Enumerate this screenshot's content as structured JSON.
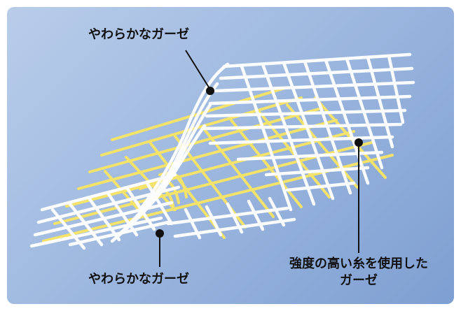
{
  "labels": {
    "top_soft_gauze": "やわらかなガーゼ",
    "bottom_soft_gauze": "やわらかなガーゼ",
    "strong_gauze_line1": "強度の高い糸を使用した",
    "strong_gauze_line2": "ガーゼ"
  },
  "colors": {
    "background_light": "#b9cdea",
    "background_dark": "#7e9fd2",
    "soft_thread": "#ffffff",
    "strong_thread": "#f4e36a",
    "leader_line": "#111111"
  }
}
